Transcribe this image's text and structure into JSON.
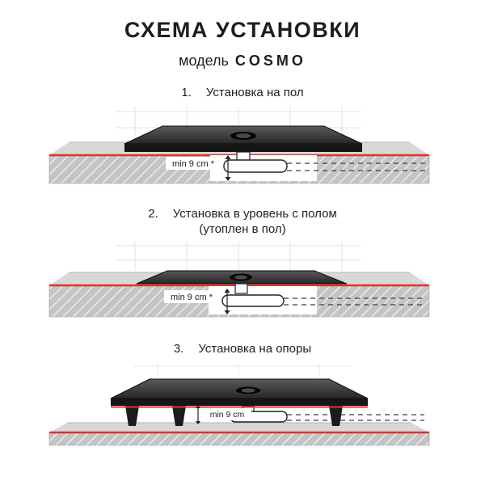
{
  "header": {
    "title": "СХЕМА УСТАНОВКИ",
    "subtitle_prefix": "модель",
    "subtitle_model": "COSMO"
  },
  "sections": [
    {
      "number": "1.",
      "caption": "Установка на пол",
      "caption_line2": "",
      "min_label": "min 9 cm *"
    },
    {
      "number": "2.",
      "caption": "Установка в уровень с полом",
      "caption_line2": "(утоплен в пол)",
      "min_label": "min 9 cm *"
    },
    {
      "number": "3.",
      "caption": "Установка на опоры",
      "caption_line2": "",
      "min_label": "min 9 cm"
    }
  ],
  "colors": {
    "accent_red": "#e0312a",
    "tray_dark": "#363636",
    "floor_gray": "#d8d8d8"
  }
}
